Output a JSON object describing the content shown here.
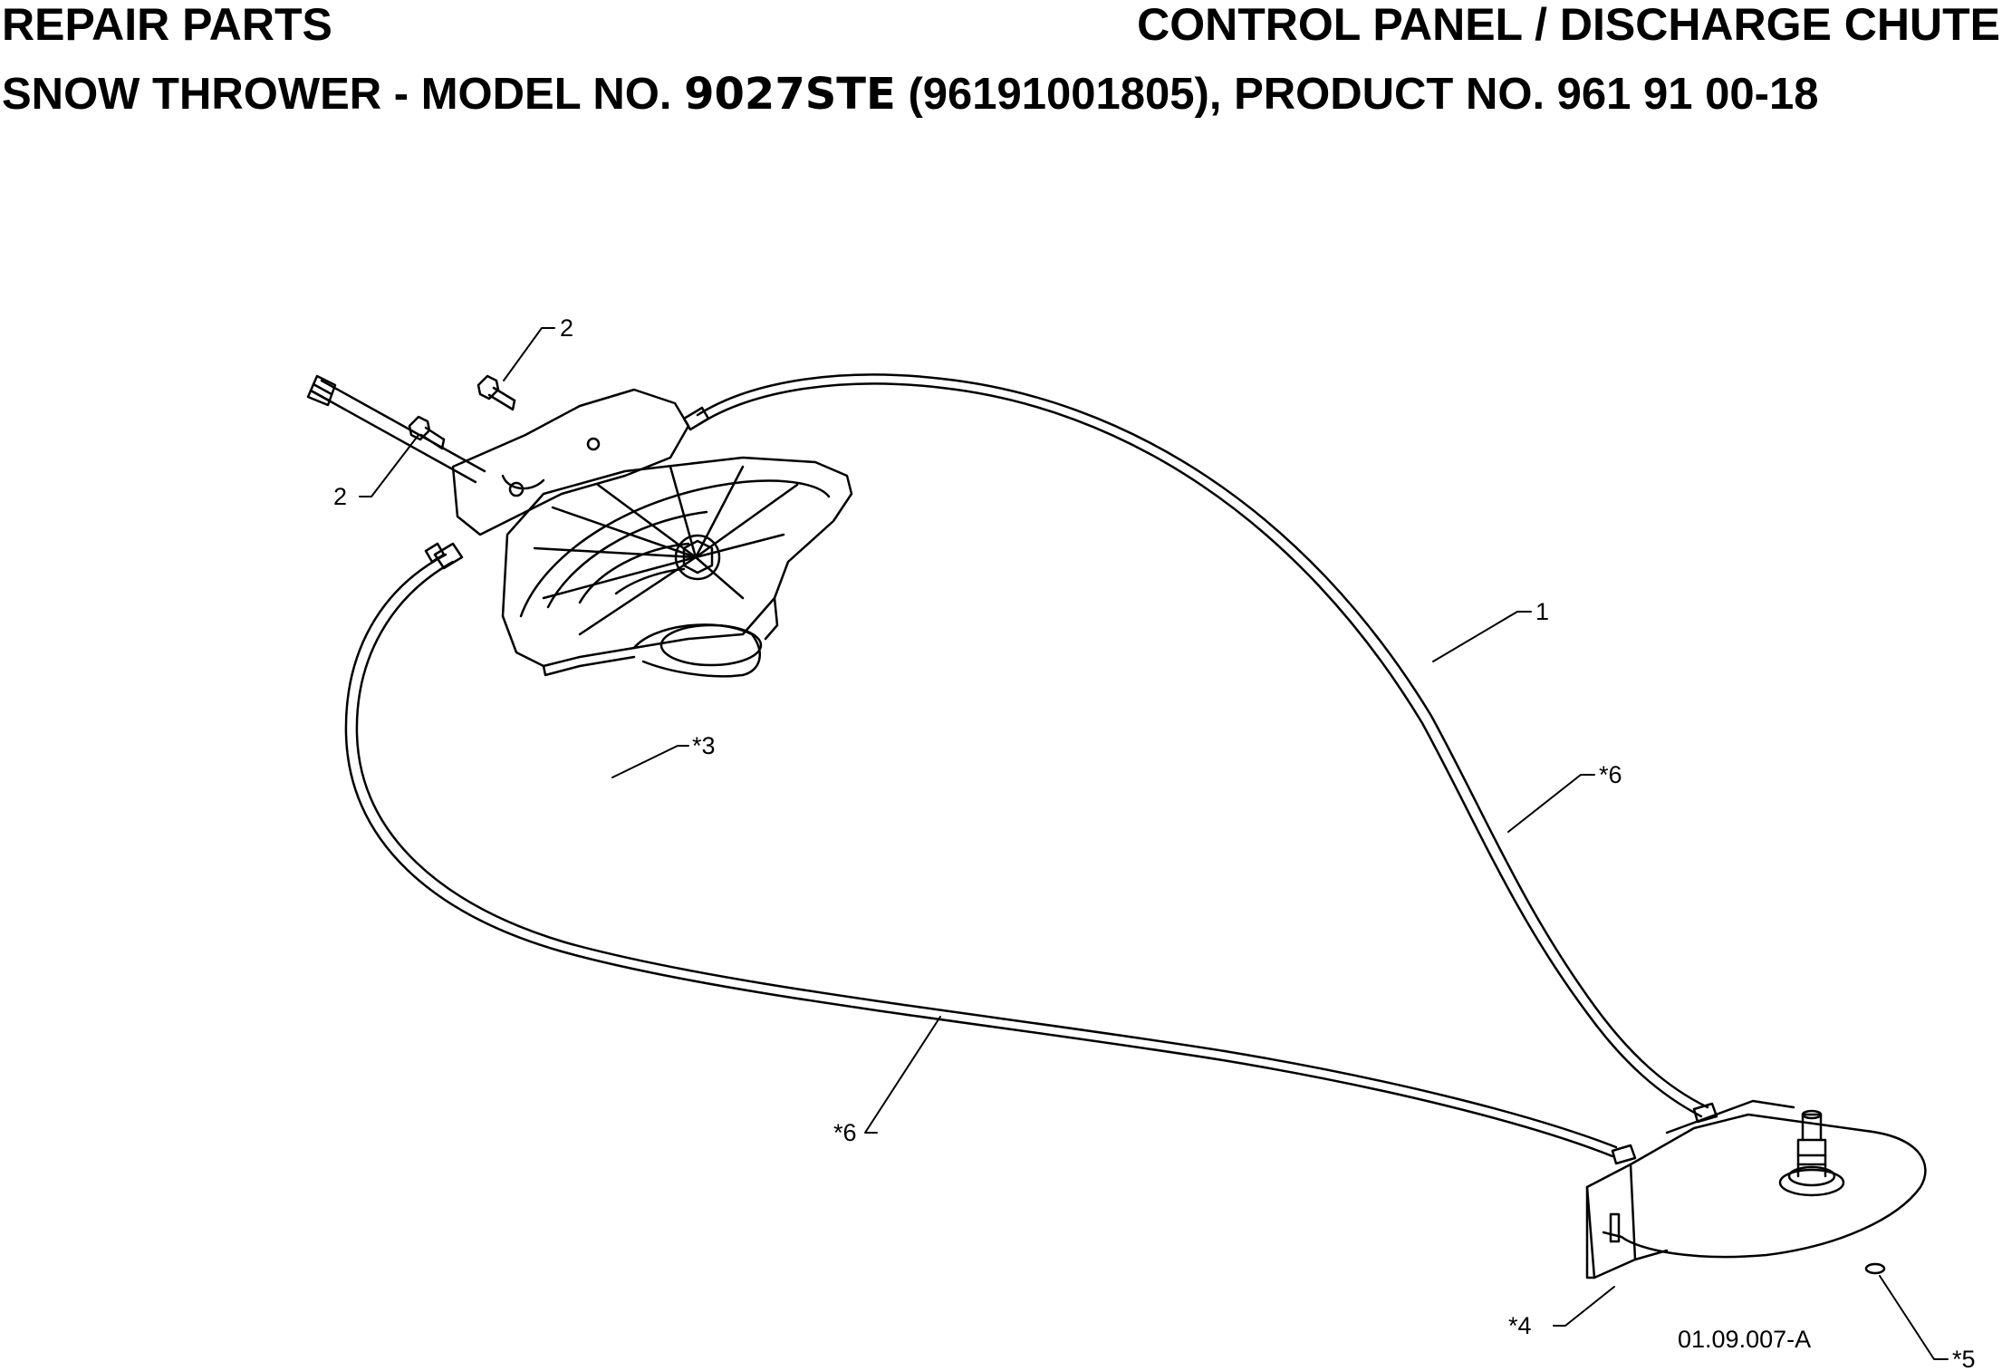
{
  "header": {
    "section": "REPAIR PARTS",
    "title": "CONTROL PANEL / DISCHARGE CHUTE",
    "subtitle_prefix": "SNOW THROWER - MODEL NO. ",
    "model": "9027STE",
    "subtitle_suffix": " (96191001805), PRODUCT NO. 961 91 00-18"
  },
  "callouts": {
    "c1": "1",
    "c2a": "2",
    "c2b": "2",
    "c3": "*3",
    "c4": "*4",
    "c5": "*5",
    "c6a": "*6",
    "c6b": "*6"
  },
  "drawing_id": "01.09.007-A"
}
